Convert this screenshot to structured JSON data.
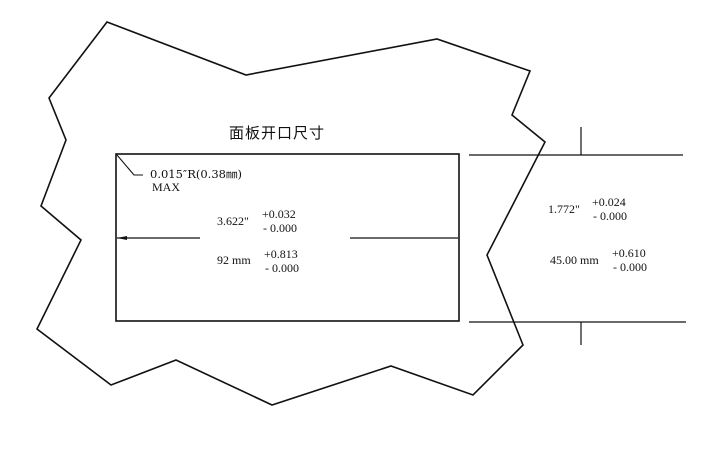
{
  "diagram": {
    "title": "面板开口尺寸",
    "corner_note": {
      "line1": "0.015″R(0.38㎜)",
      "line2": "MAX"
    },
    "width_dimension": {
      "imperial": {
        "value": "3.622\"",
        "plus": "+0.032",
        "minus": "- 0.000"
      },
      "metric": {
        "value": "92 mm",
        "plus": "+0.813",
        "minus": "- 0.000"
      }
    },
    "height_dimension": {
      "imperial": {
        "value": "1.772\"",
        "plus": "+0.024",
        "minus": "- 0.000"
      },
      "metric": {
        "value": "45.00 mm",
        "plus": "+0.610",
        "minus": "- 0.000"
      }
    },
    "colors": {
      "line": "#111111",
      "background": "#ffffff"
    }
  }
}
